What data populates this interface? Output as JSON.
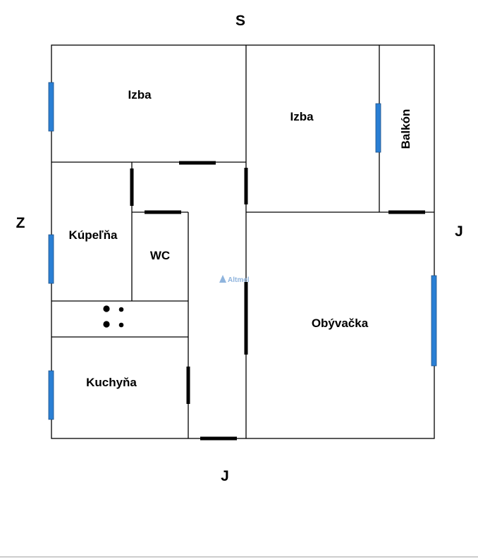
{
  "compass": {
    "north": "S",
    "west": "Z",
    "east": "J",
    "south": "J"
  },
  "rooms": {
    "izba_left": "Izba",
    "izba_right": "Izba",
    "balkon": "Balkón",
    "kupelna": "Kúpeľňa",
    "wc": "WC",
    "kuchyna": "Kuchyňa",
    "obyvacka": "Obývačka"
  },
  "watermark": "Altmel",
  "colors": {
    "window": "#2a7fd4",
    "wall": "#000000",
    "door": "#000000"
  }
}
